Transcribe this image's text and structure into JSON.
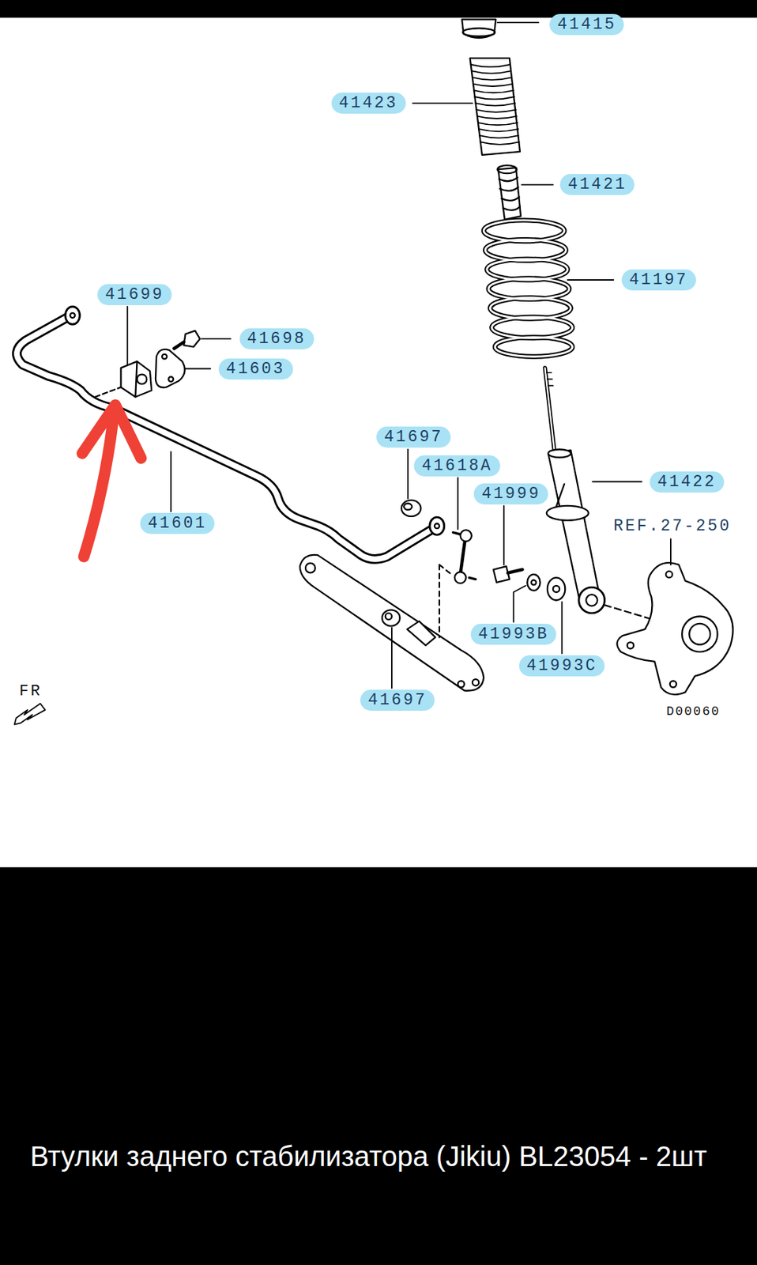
{
  "diagram": {
    "caption": "Втулки заднего стабилизатора (Jikiu) BL23054 - 2шт",
    "nodes": [
      {
        "text": [
          "41415"
        ]
      },
      {
        "text": [
          "41423"
        ]
      },
      {
        "text": [
          "41421"
        ]
      },
      {
        "text": [
          "41197"
        ]
      },
      {
        "text": [
          "41699"
        ]
      },
      {
        "text": [
          "41698"
        ]
      },
      {
        "text": [
          "41603"
        ]
      },
      {
        "text": [
          "41697"
        ]
      },
      {
        "text": [
          "41618A"
        ]
      },
      {
        "text": [
          "41999"
        ]
      },
      {
        "text": [
          "41422"
        ]
      },
      {
        "text": [
          "41601"
        ]
      },
      {
        "text": [
          "41993B"
        ]
      },
      {
        "text": [
          "41993C"
        ]
      },
      {
        "text": [
          "41697"
        ]
      }
    ],
    "labels": [
      "REF.27-250",
      "FR",
      "D00060"
    ]
  }
}
